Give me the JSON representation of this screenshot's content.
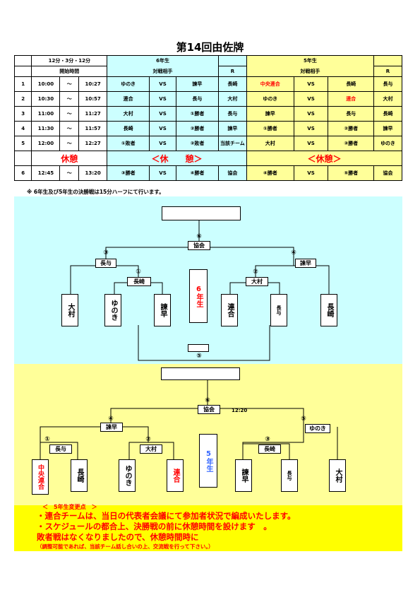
{
  "title": "第14回由佐牌",
  "header": {
    "timing": "12分・3分・12分",
    "time_label": "開始時間",
    "grade6": "6年生",
    "grade5": "5年生",
    "opponent": "対戦相手",
    "r": "R"
  },
  "rows": [
    {
      "no": "1",
      "start": "10:00",
      "tilde": "～",
      "end": "10:27",
      "a6": "ゆのき",
      "vs6": "VS",
      "b6": "諫早",
      "r6": "長崎",
      "a5": "中央連合",
      "vs5": "VS",
      "b5": "長崎",
      "r5": "長与"
    },
    {
      "no": "2",
      "start": "10:30",
      "tilde": "～",
      "end": "10:57",
      "a6": "連合",
      "vs6": "VS",
      "b6": "長与",
      "r6": "大村",
      "a5": "ゆのき",
      "vs5": "VS",
      "b5": "連合",
      "r5": "大村"
    },
    {
      "no": "3",
      "start": "11:00",
      "tilde": "～",
      "end": "11:27",
      "a6": "大村",
      "vs6": "VS",
      "b6": "①勝者",
      "r6": "長与",
      "a5": "諫早",
      "vs5": "VS",
      "b5": "長与",
      "r5": "長崎"
    },
    {
      "no": "4",
      "start": "11:30",
      "tilde": "～",
      "end": "11:57",
      "a6": "長崎",
      "vs6": "VS",
      "b6": "②勝者",
      "r6": "諫早",
      "a5": "①勝者",
      "vs5": "VS",
      "b5": "②勝者",
      "r5": "諫早"
    },
    {
      "no": "5",
      "start": "12:00",
      "tilde": "～",
      "end": "12:27",
      "a6": "①敗者",
      "vs6": "VS",
      "b6": "②敗者",
      "r6": "当該チーム",
      "a5": "大村",
      "vs5": "VS",
      "b5": "③勝者",
      "r5": "ゆのき"
    }
  ],
  "rest_row": {
    "label": "休憩",
    "rest6": "＜休　　憩＞",
    "rest5": "＜休憩＞"
  },
  "row6": {
    "no": "6",
    "start": "12:45",
    "tilde": "～",
    "end": "13:20",
    "a6": "③勝者",
    "vs6": "VS",
    "b6": "④勝者",
    "r6": "協会",
    "a5": "④勝者",
    "vs5": "VS",
    "b5": "⑤勝者",
    "r5": "協会"
  },
  "note": "※ 6年生及び5年生の決勝戦は15分ハーフにて行います。",
  "bracket6": {
    "grade_label": "6年生",
    "teams": [
      "大村",
      "ゆのき",
      "諫早",
      "連合",
      "長与",
      "長崎"
    ],
    "nums": [
      "⑥",
      "③",
      "①",
      "④",
      "②",
      "⑤"
    ],
    "refs": [
      "協会",
      "長与",
      "長崎",
      "諫早",
      "大村"
    ]
  },
  "bracket5": {
    "grade_label": "5年生",
    "teams": [
      "中央連合",
      "長崎",
      "ゆのき",
      "連合",
      "諫早",
      "長与",
      "大村"
    ],
    "nums": [
      "⑥",
      "④",
      "①",
      "②",
      "⑤",
      "③"
    ],
    "refs": [
      "協会",
      "諫早",
      "長与",
      "大村",
      "ゆのき",
      "長崎"
    ],
    "time_note": "12:20"
  },
  "changes": {
    "heading": "＜　5年生変更点　＞",
    "line1": "・連合チームは、当日の代表者会議にて参加者状況で編成いたします。",
    "line2": "・スケジュールの都合上、決勝戦の前に休憩時間を設けます　。",
    "line3": "敗者戦はなくなりましたので、休憩時間時に",
    "line4": "（調整可能であれば、当該チーム話し合いの上、交流戦を行って下さい。）"
  },
  "colors": {
    "cyan": "#ccffff",
    "yellow": "#ffff99",
    "accent_yellow": "#ffff00",
    "red": "#ff0000",
    "blue": "#3366ff"
  }
}
